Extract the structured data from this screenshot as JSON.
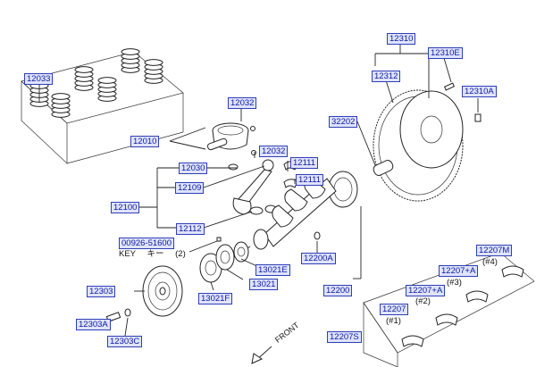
{
  "parts": {
    "p12033": "12033",
    "p12032a": "12032",
    "p12010": "12010",
    "p12032b": "12032",
    "p12030": "12030",
    "p12109": "12109",
    "p12111a": "12111",
    "p12111b": "12111",
    "p12100": "12100",
    "p12112": "12112",
    "p00926": "00926-51600",
    "p12303": "12303",
    "p13021E": "13021E",
    "p13021": "13021",
    "p13021F": "13021F",
    "p12303A": "12303A",
    "p12303C": "12303C",
    "p12200A": "12200A",
    "p12200": "12200",
    "p12310": "12310",
    "p12312": "12312",
    "p12310E": "12310E",
    "p12310A": "12310A",
    "p32202": "32202",
    "p12207M": "12207M",
    "p12207A1": "12207+A",
    "p12207A2": "12207+A",
    "p12207": "12207",
    "p12207S": "12207S"
  },
  "notes": {
    "key_text": "KEY",
    "key_kana": "キー",
    "key_qty": "(2)",
    "n4": "(#4)",
    "n3": "(#3)",
    "n2": "(#2)",
    "n1": "(#1)",
    "front": "FRONT"
  }
}
